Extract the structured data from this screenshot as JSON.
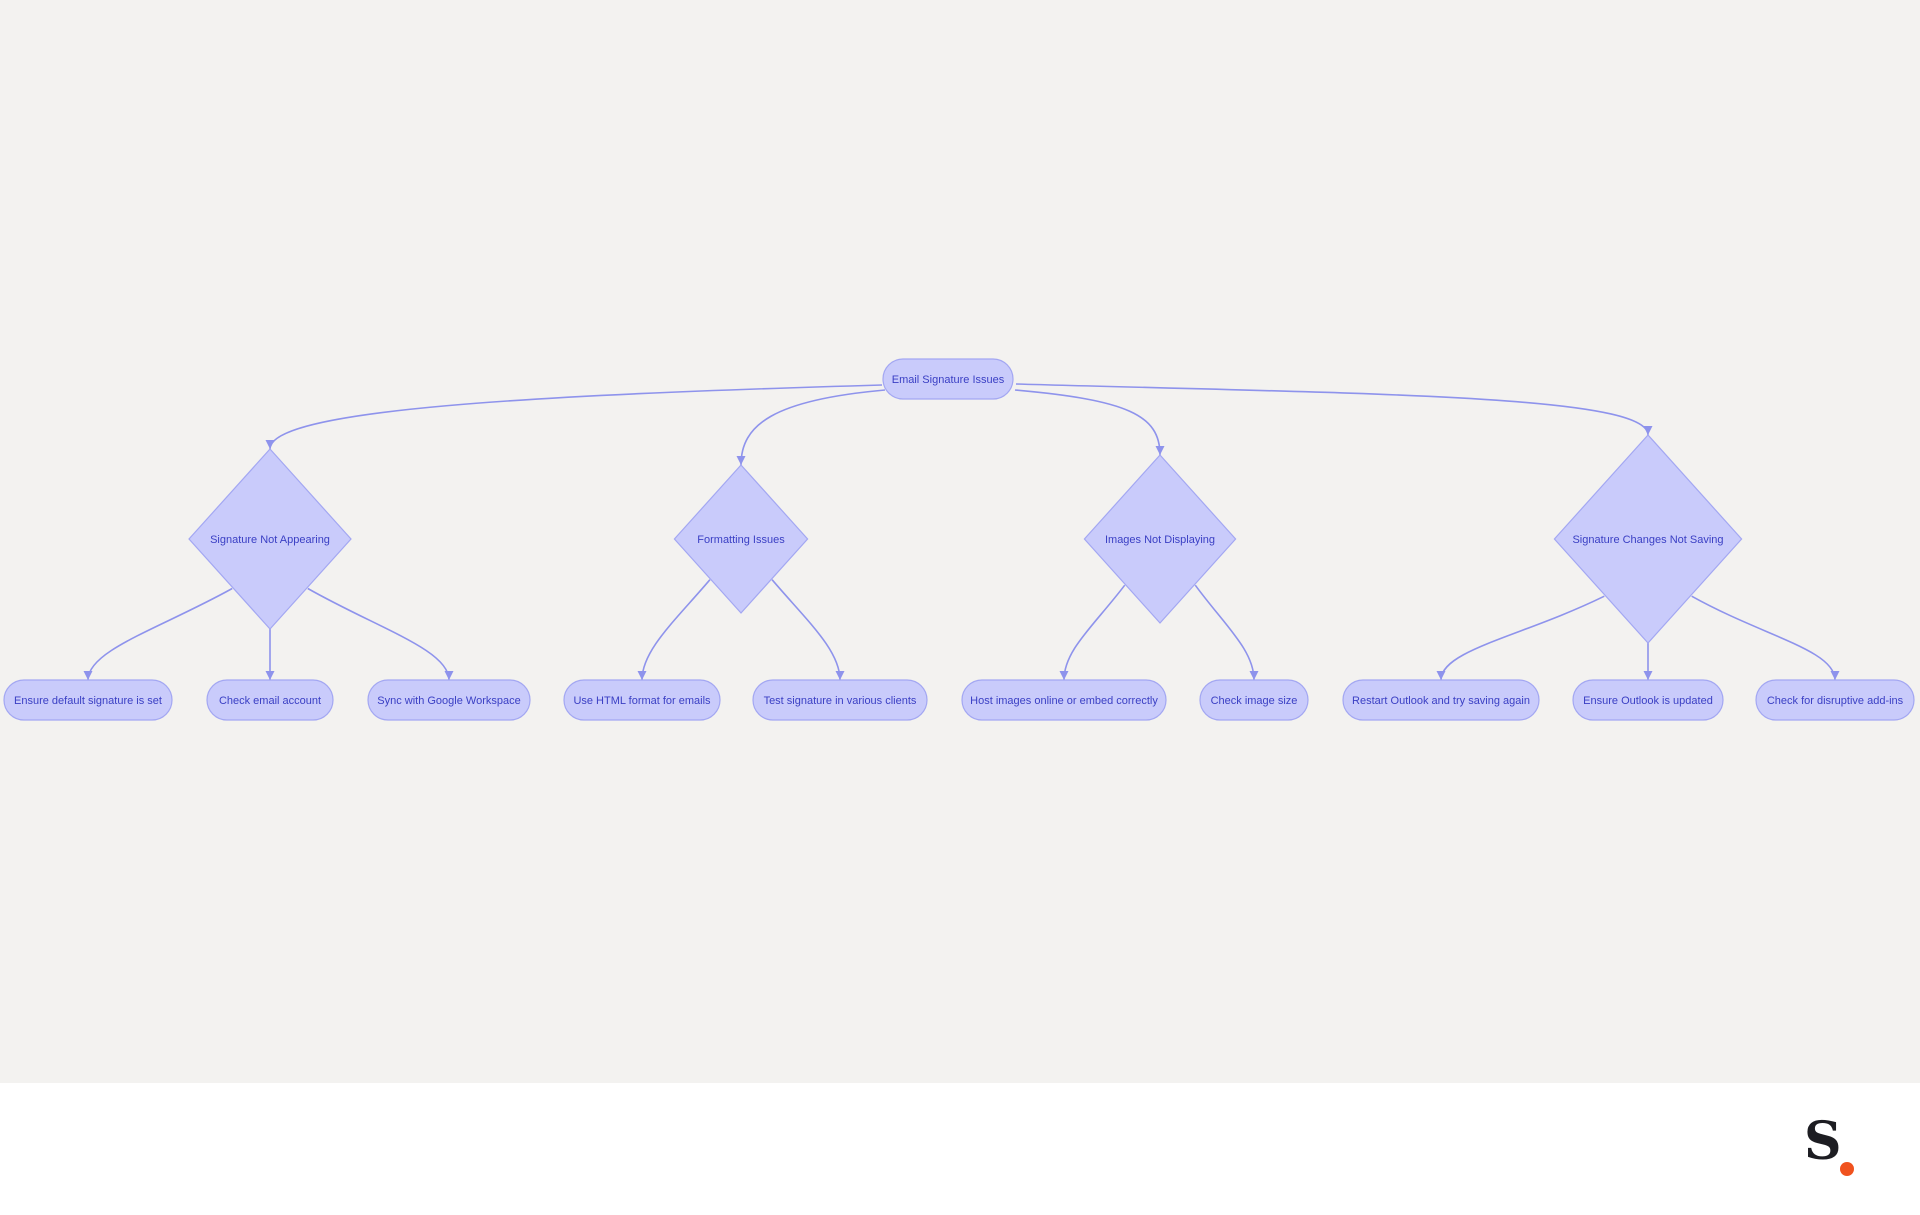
{
  "colors": {
    "background": "#f3f2f0",
    "node_fill": "#c9cbfb",
    "node_stroke": "#a3a7f2",
    "edge": "#8e93ec",
    "text": "#3a3fc4",
    "logo_dot": "#f0521e"
  },
  "diagram": {
    "root": {
      "label": "Email Signature Issues"
    },
    "branches": [
      {
        "label": "Signature Not Appearing",
        "children": [
          "Ensure default signature is set",
          "Check email account",
          "Sync with Google Workspace"
        ]
      },
      {
        "label": "Formatting Issues",
        "children": [
          "Use HTML format for emails",
          "Test signature in various clients"
        ]
      },
      {
        "label": "Images Not Displaying",
        "children": [
          "Host images online or embed correctly",
          "Check image size"
        ]
      },
      {
        "label": "Signature Changes Not Saving",
        "children": [
          "Restart Outlook and try saving again",
          "Ensure Outlook is updated",
          "Check for disruptive add-ins"
        ]
      }
    ]
  },
  "logo": {
    "text": "S.",
    "icon": "brand-logo-icon"
  }
}
